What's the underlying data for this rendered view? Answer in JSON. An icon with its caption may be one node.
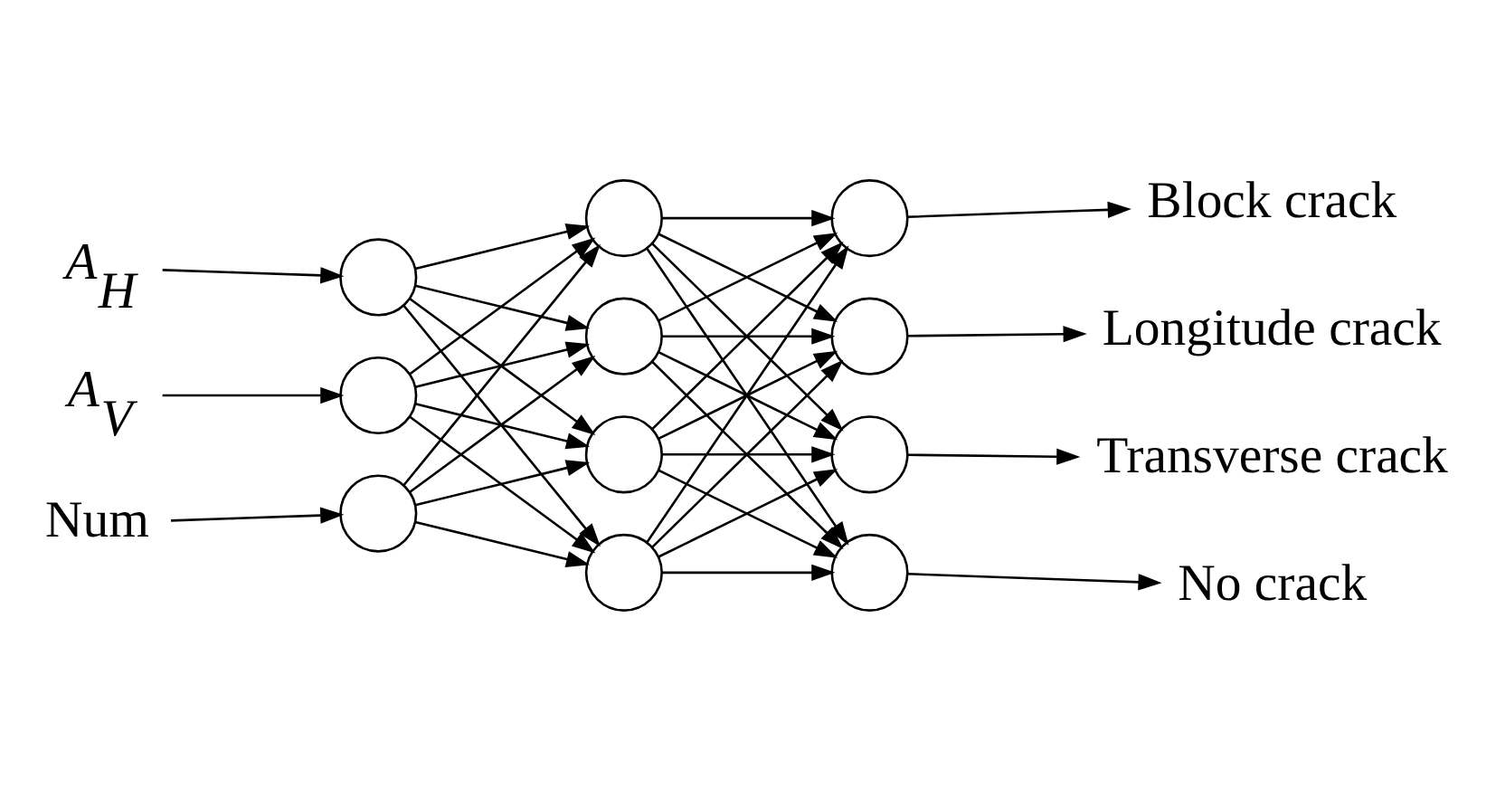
{
  "diagram": {
    "nodes": [
      {
        "text": [
          "A$_{H}$"
        ]
      },
      {
        "text": [
          "A$_{V}$"
        ]
      },
      {
        "text": [
          "Num"
        ]
      },
      {
        "text": [],
        "shape": "circle"
      },
      {
        "text": [],
        "shape": "circle"
      },
      {
        "text": [],
        "shape": "circle"
      },
      {
        "text": [],
        "shape": "circle"
      },
      {
        "text": [],
        "shape": "circle"
      },
      {
        "text": [],
        "shape": "circle"
      },
      {
        "text": [],
        "shape": "circle"
      },
      {
        "text": [],
        "shape": "circle"
      },
      {
        "text": [],
        "shape": "circle"
      },
      {
        "text": [],
        "shape": "circle"
      },
      {
        "text": [],
        "shape": "circle"
      },
      {
        "text": [
          "Block crack"
        ]
      },
      {
        "text": [
          "Longitude crack"
        ]
      },
      {
        "text": [
          "Transverse crack"
        ]
      },
      {
        "text": [
          "No crack"
        ]
      }
    ],
    "edges": [
      {
        "from": 0,
        "to": 3,
        "arrow": "to"
      },
      {
        "from": 1,
        "to": 4,
        "arrow": "to"
      },
      {
        "from": 2,
        "to": 5,
        "arrow": "to"
      },
      {
        "from": 3,
        "to": 6,
        "arrow": "to"
      },
      {
        "from": 3,
        "to": 7,
        "arrow": "to"
      },
      {
        "from": 3,
        "to": 8,
        "arrow": "to"
      },
      {
        "from": 3,
        "to": 9,
        "arrow": "to"
      },
      {
        "from": 4,
        "to": 6,
        "arrow": "to"
      },
      {
        "from": 4,
        "to": 7,
        "arrow": "to"
      },
      {
        "from": 4,
        "to": 8,
        "arrow": "to"
      },
      {
        "from": 4,
        "to": 9,
        "arrow": "to"
      },
      {
        "from": 5,
        "to": 6,
        "arrow": "to"
      },
      {
        "from": 5,
        "to": 7,
        "arrow": "to"
      },
      {
        "from": 5,
        "to": 8,
        "arrow": "to"
      },
      {
        "from": 5,
        "to": 9,
        "arrow": "to"
      },
      {
        "from": 6,
        "to": 10,
        "arrow": "to"
      },
      {
        "from": 6,
        "to": 11,
        "arrow": "to"
      },
      {
        "from": 6,
        "to": 12,
        "arrow": "to"
      },
      {
        "from": 6,
        "to": 13,
        "arrow": "to"
      },
      {
        "from": 7,
        "to": 10,
        "arrow": "to"
      },
      {
        "from": 7,
        "to": 11,
        "arrow": "to"
      },
      {
        "from": 7,
        "to": 12,
        "arrow": "to"
      },
      {
        "from": 7,
        "to": 13,
        "arrow": "to"
      },
      {
        "from": 8,
        "to": 10,
        "arrow": "to"
      },
      {
        "from": 8,
        "to": 11,
        "arrow": "to"
      },
      {
        "from": 8,
        "to": 12,
        "arrow": "to"
      },
      {
        "from": 8,
        "to": 13,
        "arrow": "to"
      },
      {
        "from": 9,
        "to": 10,
        "arrow": "to"
      },
      {
        "from": 9,
        "to": 11,
        "arrow": "to"
      },
      {
        "from": 9,
        "to": 12,
        "arrow": "to"
      },
      {
        "from": 9,
        "to": 13,
        "arrow": "to"
      },
      {
        "from": 10,
        "to": 14,
        "arrow": "to"
      },
      {
        "from": 11,
        "to": 15,
        "arrow": "to"
      },
      {
        "from": 12,
        "to": 16,
        "arrow": "to"
      },
      {
        "from": 13,
        "to": 17,
        "arrow": "to"
      }
    ]
  }
}
